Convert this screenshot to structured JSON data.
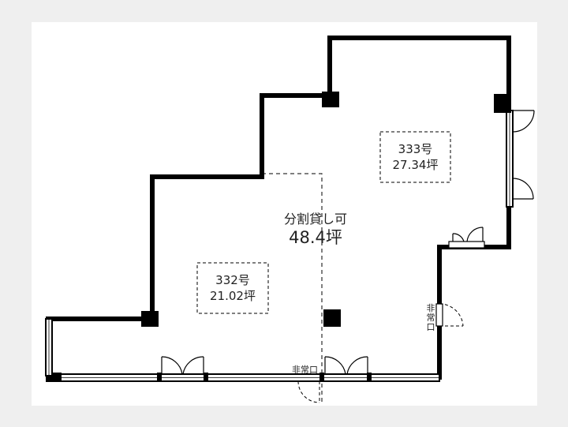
{
  "plan": {
    "division_note": "分割貸し可",
    "total_area": "48.4坪",
    "units": [
      {
        "number": "333号",
        "area": "27.34坪"
      },
      {
        "number": "332号",
        "area": "21.02坪"
      }
    ],
    "emergency_exit_bottom": "非常口",
    "emergency_exit_side": "非常口",
    "colors": {
      "wall": "#000000",
      "paper": "#ffffff",
      "background": "#efefef"
    }
  }
}
